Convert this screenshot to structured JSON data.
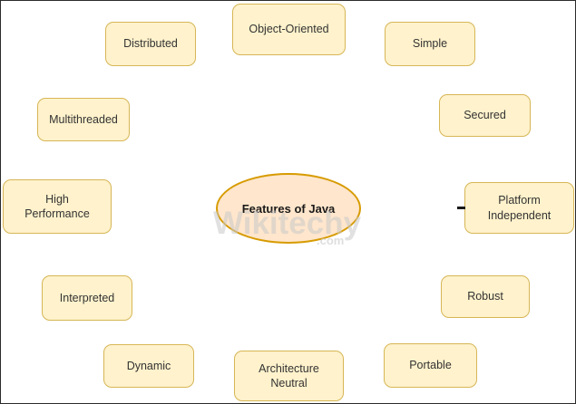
{
  "title": "Features of Java diagram",
  "center_label": "Features of Java",
  "nodes": {
    "distributed": "Distributed",
    "object_oriented": "Object-Oriented",
    "simple": "Simple",
    "multithreaded": "Multithreaded",
    "secured": "Secured",
    "high_performance": "High Performance",
    "platform_independent": "Platform Independent",
    "interpreted": "Interpreted",
    "robust": "Robust",
    "dynamic": "Dynamic",
    "architecture_neutral": "Architecture Neutral",
    "portable": "Portable"
  },
  "watermark": {
    "brand": "Wikitechy",
    "tld": ".com"
  },
  "colors": {
    "background": "#ffffff",
    "node_fill": "#FFF2CC",
    "node_stroke": "#D6B656",
    "center_fill": "#FFE6CC",
    "center_stroke": "#D79B00",
    "text_color": "#333333",
    "watermark_color": "#c9c9c9"
  }
}
